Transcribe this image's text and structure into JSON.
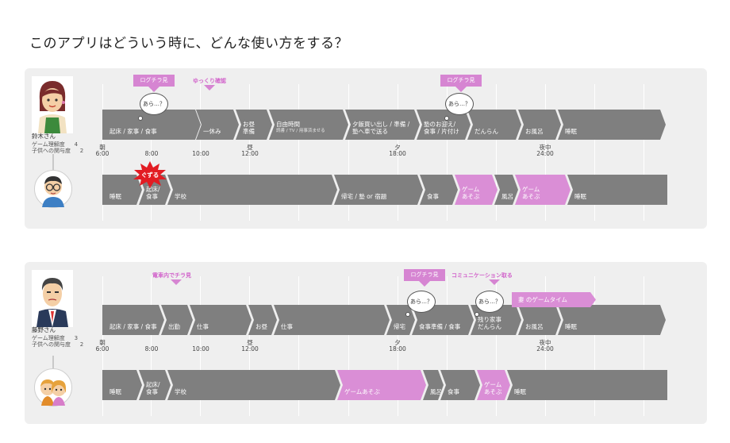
{
  "title": "このアプリはどういう時に、どんな使い方をする？",
  "colors": {
    "gray": "#7f7f7f",
    "pink": "#da8ed6",
    "tag": "#d685d2",
    "label": "#d264cb",
    "panel": "#efefef"
  },
  "p1": {
    "name": "鈴木さん",
    "meta1": "ゲーム理解度",
    "meta1_val": "4",
    "meta2": "子供への関与度",
    "meta2_val": "2",
    "parent": {
      "s1": "起床 / 家事 / 食事",
      "s2": "一休み",
      "s3a": "お昼",
      "s3b": "準備",
      "s4": "自由時間",
      "s4sub": "読書 / TV / 用事済ませる",
      "s5a": "夕飯買い出し / 準備 /",
      "s5b": "塾へ車で送る",
      "s6a": "塾のお迎え/",
      "s6b": "食事 / 片付け",
      "s7": "だんらん",
      "s8": "お風呂",
      "s9": "睡眠"
    },
    "child": {
      "s1": "睡眠",
      "s2a": "起床/",
      "s2b": "食事",
      "s3": "学校",
      "s4": "帰宅 / 塾 or 宿題",
      "s5": "食事",
      "s6a": "ゲーム",
      "s6b": "あそぶ",
      "s7": "風呂",
      "s8a": "ゲーム",
      "s8b": "あそぶ",
      "s9": "睡眠"
    },
    "ticks": {
      "t1a": "朝",
      "t1b": "6:00",
      "t2": "8:00",
      "t3": "10:00",
      "t4a": "昼",
      "t4b": "12:00",
      "t5a": "夕",
      "t5b": "18:00",
      "t6a": "夜中",
      "t6b": "24:00"
    },
    "tags": {
      "a": "ログチラ見",
      "b": "ゆっくり確認",
      "c": "ログチラ見"
    },
    "bubble1": "あら…？",
    "bubble2": "あら…？",
    "burst": "ぐずる"
  },
  "p2": {
    "name": "藤野さん",
    "meta1": "ゲーム理解度",
    "meta1_val": "3",
    "meta2": "子供への関与度",
    "meta2_val": "2",
    "parent": {
      "s1": "起床 / 家事 / 食事",
      "s2": "出勤",
      "s3": "仕事",
      "s4": "お昼",
      "s5": "仕事",
      "s6": "帰宅",
      "s7": "食事準備 / 食事",
      "s8a": "残り家事",
      "s8b": "だんらん",
      "s9": "お風呂",
      "s10": "睡眠",
      "s11": "妻 のゲームタイム"
    },
    "child": {
      "s1": "睡眠",
      "s2a": "起床/",
      "s2b": "食事",
      "s3": "学校",
      "s4": "ゲームあそぶ",
      "s5": "風呂",
      "s6": "食事",
      "s7a": "ゲーム",
      "s7b": "あそぶ",
      "s8": "睡眠"
    },
    "ticks": {
      "t1a": "朝",
      "t1b": "6:00",
      "t2": "8:00",
      "t3": "10:00",
      "t4a": "昼",
      "t4b": "12:00",
      "t5a": "夕",
      "t5b": "18:00",
      "t6a": "夜中",
      "t6b": "24:00"
    },
    "tags": {
      "a": "電車内でチラ見",
      "b": "ログチラ見",
      "c": "コミュニケーション取る"
    },
    "bubble1": "あら…？",
    "bubble2": "あら…？"
  }
}
